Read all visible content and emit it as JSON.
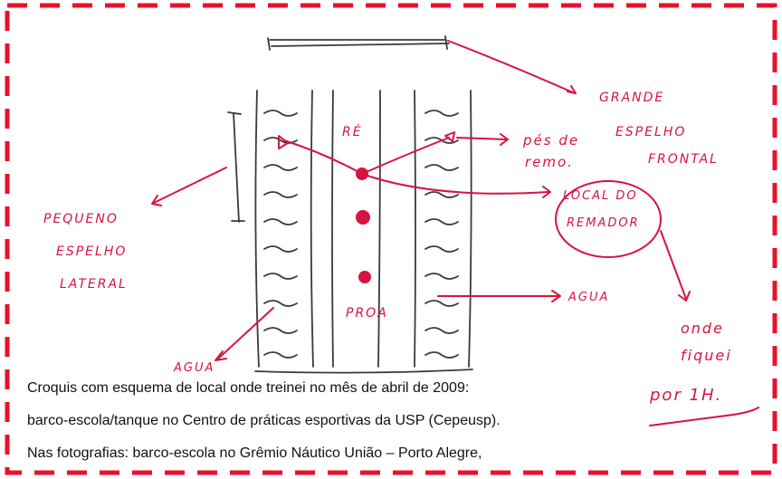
{
  "sketch_labels": {
    "re": "RÉ",
    "proa": "PROA",
    "pes_de_remo_1": "pés de",
    "pes_de_remo_2": "remo.",
    "grande_espelho_1": "GRANDE",
    "grande_espelho_2": "ESPELHO",
    "grande_espelho_3": "FRONTAL",
    "local_remador_1": "LOCAL DO",
    "local_remador_2": "REMADOR",
    "pequeno_espelho_1": "PEQUENO",
    "pequeno_espelho_2": "ESPELHO",
    "pequeno_espelho_3": "LATERAL",
    "agua_right": "AGUA",
    "agua_left": "AGUA",
    "onde_fiquei_1": "onde",
    "onde_fiquei_2": "fiquei",
    "onde_fiquei_3": "por 1H."
  },
  "caption": {
    "line1": "Croquis com esquema de local onde treinei no mês de abril de 2009:",
    "line2": "barco-escola/tanque no Centro de práticas esportivas da USP (Cepeusp).",
    "line3": "Nas fotografias: barco-escola no Grêmio Náutico União – Porto Alegre,"
  },
  "colors": {
    "ink": "#d6143f",
    "border": "#e8112d",
    "pencil": "#3a3a3a",
    "text": "#111111"
  }
}
